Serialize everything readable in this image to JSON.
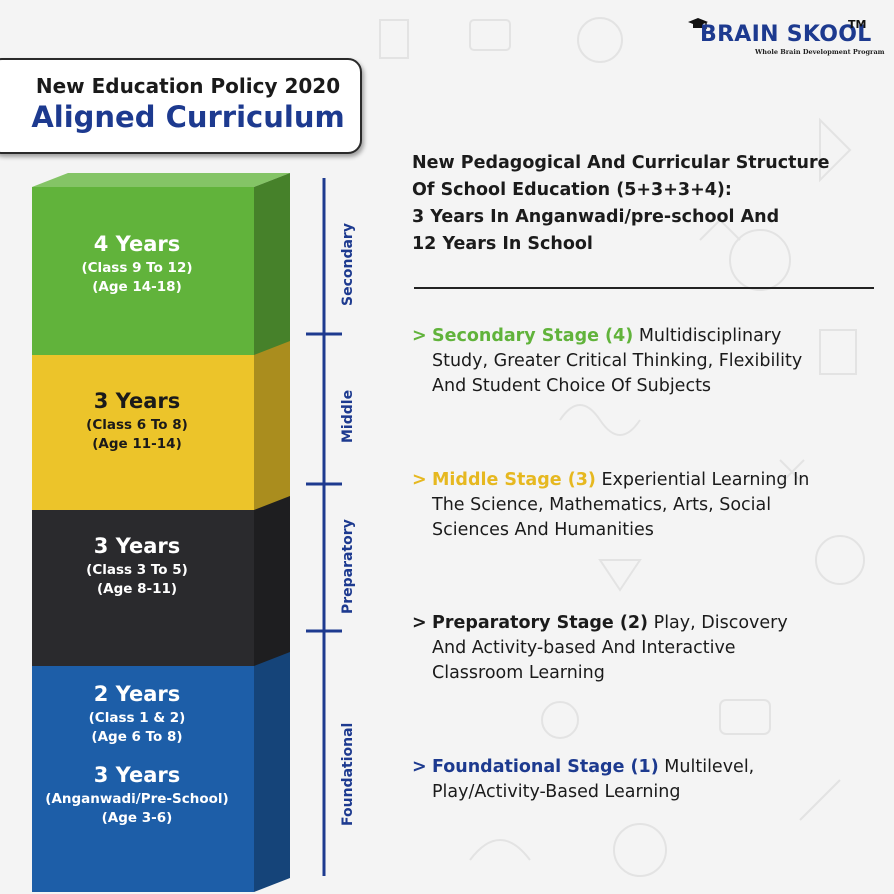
{
  "logo": {
    "name": "BRAIN SKOOL",
    "tm": "TM",
    "tagline": "Whole Brain Development Program"
  },
  "title": {
    "line1": "New Education Policy 2020",
    "line2": "Aligned Curriculum"
  },
  "blocks": [
    {
      "color": "#61b33b",
      "text_color": "light",
      "years": "4 Years",
      "class": "(Class 9 To 12)",
      "age": "(Age 14-18)"
    },
    {
      "color": "#ecc42a",
      "text_color": "dark",
      "years": "3 Years",
      "class": "(Class 6 To 8)",
      "age": "(Age 11-14)"
    },
    {
      "color": "#2a2a2d",
      "text_color": "light",
      "years": "3 Years",
      "class": "(Class 3 To 5)",
      "age": "(Age 8-11)"
    },
    {
      "color": "#1d5ea8",
      "text_color": "light",
      "years": "2 Years",
      "class": "(Class 1 & 2)",
      "age": "(Age 6 To 8)",
      "years2": "3 Years",
      "class2": "(Anganwadi/Pre-School)",
      "age2": "(Age 3-6)"
    }
  ],
  "stage_bar": [
    "Secondary",
    "Middle",
    "Preparatory",
    "Foundational"
  ],
  "heading": [
    "New Pedagogical And Curricular Structure",
    "Of School Education (5+3+3+4):",
    "3 Years In Anganwadi/pre-school And",
    "12 Years In School"
  ],
  "stages": [
    {
      "chevron": ">",
      "title": "Secondary Stage (4)",
      "color": "#61b33b",
      "lines": [
        "Multidisciplinary",
        "Study, Greater Critical Thinking, Flexibility",
        "And Student Choice Of Subjects"
      ]
    },
    {
      "chevron": ">",
      "title": "Middle Stage (3)",
      "color": "#e6b820",
      "lines": [
        "Experiential Learning In",
        "The Science, Mathematics, Arts, Social",
        "Sciences And Humanities"
      ]
    },
    {
      "chevron": ">",
      "title": "Preparatory Stage (2)",
      "color": "#1b1b1b",
      "lines": [
        "Play, Discovery",
        "And Activity-based And Interactive",
        "Classroom Learning"
      ]
    },
    {
      "chevron": ">",
      "title": "Foundational Stage (1)",
      "color": "#1d3a8f",
      "lines": [
        "Multilevel,",
        "Play/Activity-Based Learning"
      ]
    }
  ],
  "colors": {
    "brand_blue": "#1d3a8f",
    "bar_blue": "#1d3a8f"
  }
}
